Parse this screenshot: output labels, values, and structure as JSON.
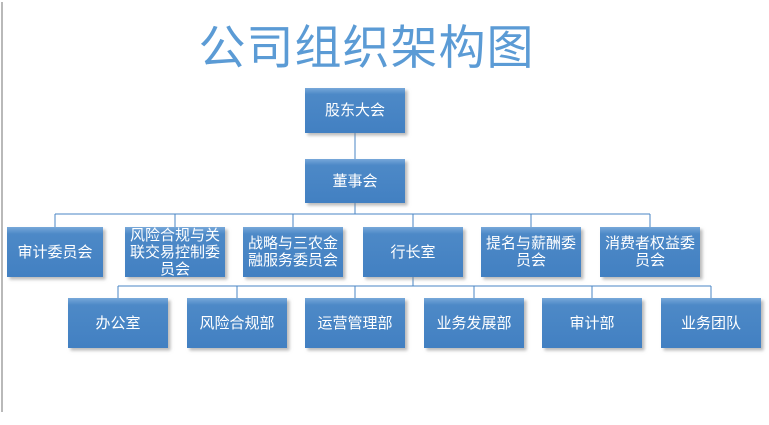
{
  "title": "公司组织架构图",
  "colors": {
    "title_text": "#5b9bd5",
    "box_fill": "#4d89c7",
    "box_fill_light": "#77a8d9",
    "box_fill_dark": "#4280c2",
    "box_text": "#ffffff",
    "connector": "#4a86c4"
  },
  "org": {
    "shareholders": {
      "label": "股东大会"
    },
    "board": {
      "label": "董事会"
    },
    "committees": [
      {
        "label": "审计委员会"
      },
      {
        "label": "风险合规与关联交易控制委员会"
      },
      {
        "label": "战略与三农金融服务委员会"
      },
      {
        "label": "行长室"
      },
      {
        "label": "提名与薪酬委员会"
      },
      {
        "label": "消费者权益委员会"
      }
    ],
    "departments": [
      {
        "label": "办公室"
      },
      {
        "label": "风险合规部"
      },
      {
        "label": "运营管理部"
      },
      {
        "label": "业务发展部"
      },
      {
        "label": "审计部"
      },
      {
        "label": "业务团队"
      }
    ]
  }
}
